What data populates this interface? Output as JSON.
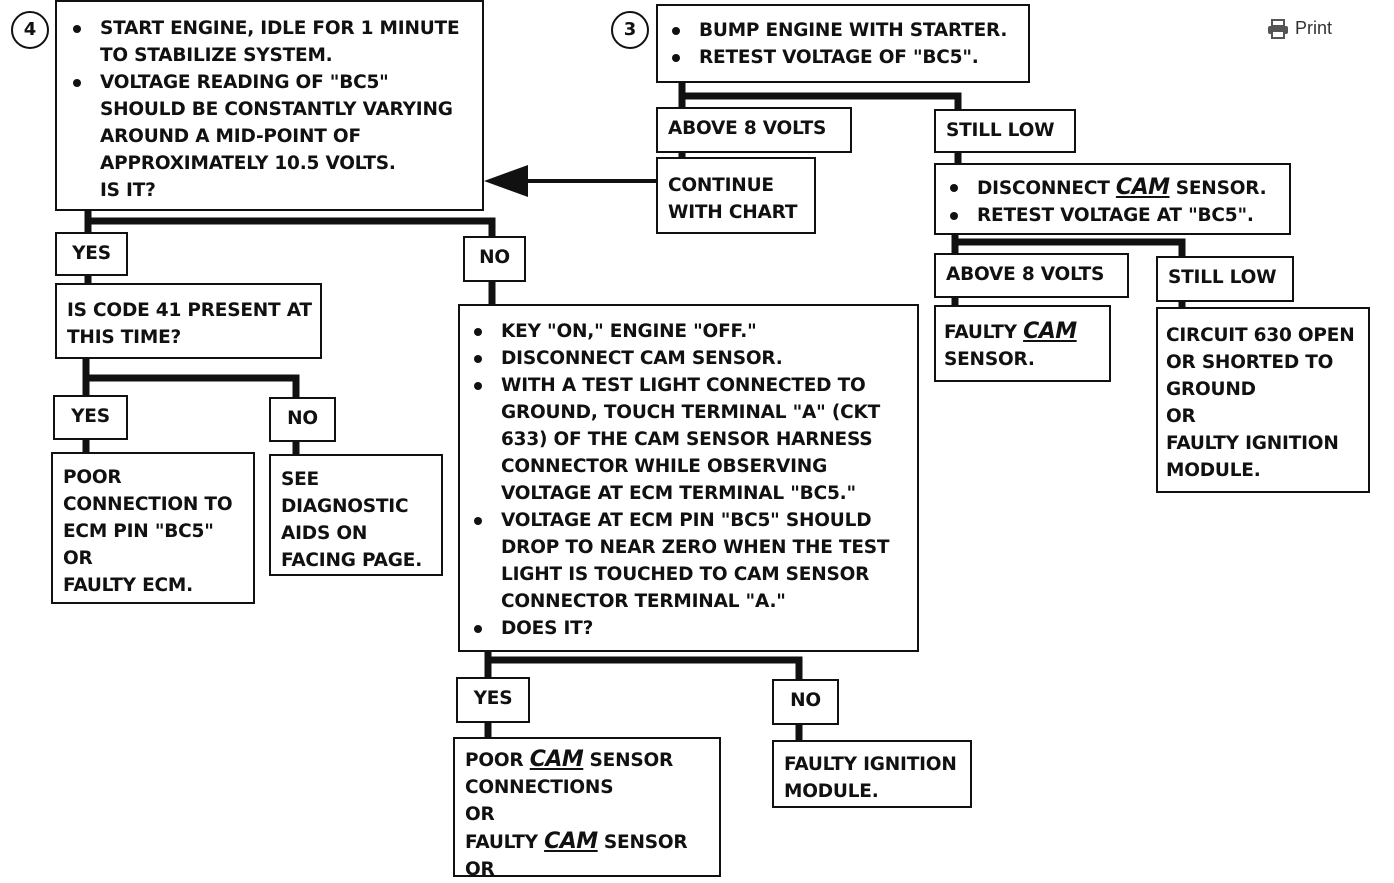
{
  "print": {
    "label": "Print",
    "icon": "printer-icon"
  },
  "step4": {
    "num": "4",
    "b1": [
      "START ENGINE, IDLE FOR 1 MINUTE",
      "TO STABILIZE SYSTEM."
    ],
    "b2": [
      "VOLTAGE READING OF \"BC5\"",
      "SHOULD BE CONSTANTLY VARYING",
      "AROUND A MID-POINT OF",
      "APPROXIMATELY 10.5  VOLTS.",
      "IS IT?"
    ]
  },
  "step3": {
    "num": "3",
    "b1": "BUMP ENGINE WITH STARTER.",
    "b2": "RETEST VOLTAGE OF \"BC5\"."
  },
  "above8_a": "ABOVE  8 VOLTS",
  "still_low_a": "STILL LOW",
  "continue_chart": [
    "CONTINUE",
    "WITH CHART"
  ],
  "disconnect_cam": {
    "b1_pre": "DISCONNECT ",
    "cam": "CAM",
    "b1_post": " SENSOR.",
    "b2": "RETEST VOLTAGE AT \"BC5\"."
  },
  "above8_b": "ABOVE  8 VOLTS",
  "still_low_b": "STILL LOW",
  "faulty_cam": {
    "pre": "FAULTY ",
    "cam": "CAM",
    "post": "SENSOR."
  },
  "circuit630": [
    "CIRCUIT 630  OPEN",
    "OR SHORTED TO",
    "GROUND",
    "OR",
    "FAULTY IGNITION",
    "MODULE."
  ],
  "yes_a": "YES",
  "no_a": "NO",
  "code41": [
    "IS CODE 41 PRESENT AT",
    "THIS TIME?"
  ],
  "yes_b": "YES",
  "no_b": "NO",
  "poor_conn": [
    "POOR",
    "CONNECTION TO",
    "ECM PIN \"BC5\"",
    "OR",
    "FAULTY ECM."
  ],
  "see_diag": [
    "SEE",
    "DIAGNOSTIC",
    "AIDS ON",
    "FACING PAGE."
  ],
  "keyon": {
    "b1": [
      "KEY \"ON,\" ENGINE \"OFF.\""
    ],
    "b2": [
      "DISCONNECT CAM SENSOR."
    ],
    "b3": [
      "WITH A TEST LIGHT CONNECTED TO",
      "GROUND, TOUCH TERMINAL \"A\" (CKT",
      "633) OF THE CAM SENSOR HARNESS",
      "CONNECTOR WHILE OBSERVING",
      "VOLTAGE AT ECM TERMINAL \"BC5.\""
    ],
    "b4": [
      "VOLTAGE AT ECM PIN \"BC5\" SHOULD",
      "DROP TO NEAR ZERO WHEN THE TEST",
      "LIGHT IS TOUCHED TO CAM SENSOR",
      "CONNECTOR TERMINAL \"A.\""
    ],
    "b5": [
      "DOES IT?"
    ]
  },
  "yes_c": "YES",
  "no_c": "NO",
  "poor_cam": {
    "l1_pre": "POOR ",
    "l1_cam": "CAM",
    "l1_post": " SENSOR",
    "l2": "CONNECTIONS",
    "l3": "OR",
    "l4_pre": "FAULTY ",
    "l4_cam": "CAM",
    "l4_post": " SENSOR",
    "l5": "OR"
  },
  "faulty_ign": [
    "FAULTY IGNITION",
    "MODULE."
  ]
}
